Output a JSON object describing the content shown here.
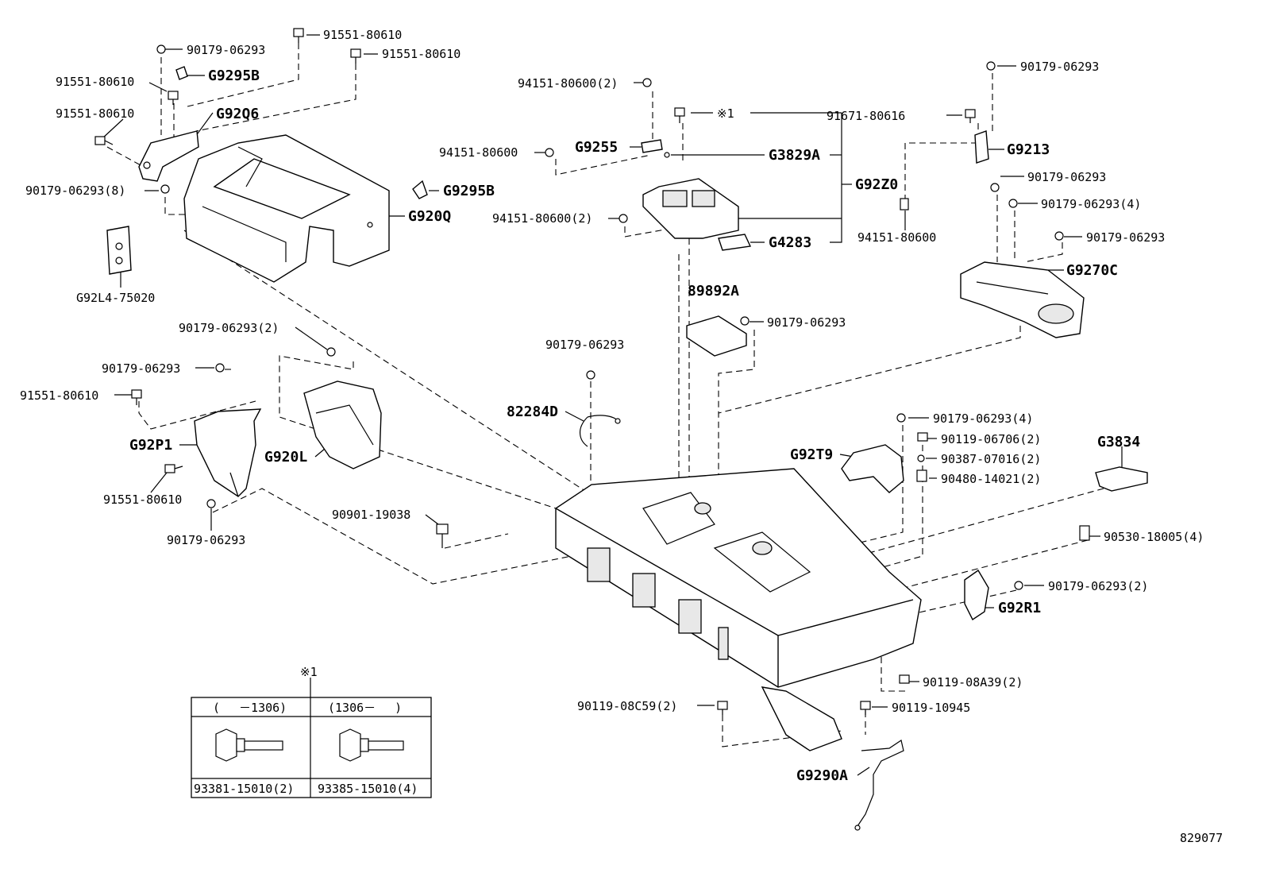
{
  "diagram_id": "829077",
  "note_mark": "※1",
  "labels": {
    "p_90179_06293_a": "90179-06293",
    "p_91551_80610_a": "91551-80610",
    "p_91551_80610_b": "91551-80610",
    "p_91551_80610_c": "91551-80610",
    "p_91551_80610_d": "91551-80610",
    "p_g9295b_a": "G9295B",
    "p_g9206": "G92Q6",
    "p_90179_06293_8": "90179-06293(8)",
    "p_g9295b_b": "G9295B",
    "p_g9200": "G920Q",
    "p_g9214": "G92L4-75020",
    "p_94151_80600_2a": "94151-80600(2)",
    "p_94151_80600_a": "94151-80600",
    "p_g9255": "G9255",
    "p_note1": "※1",
    "p_g3829a": "G3829A",
    "p_g9220": "G92Z0",
    "p_94151_80600_2b": "94151-80600(2)",
    "p_g4283": "G4283",
    "p_90179_06293_b": "90179-06293",
    "p_91671_80616": "91671-80616",
    "p_g9213": "G9213",
    "p_90179_06293_c": "90179-06293",
    "p_94151_80600_b": "94151-80600",
    "p_90179_06293_4a": "90179-06293(4)",
    "p_90179_06293_d": "90179-06293",
    "p_g9270c": "G9270C",
    "p_89892a": "89892A",
    "p_90179_06293_e": "90179-06293",
    "p_90179_06293_2a": "90179-06293(2)",
    "p_90179_06293_f": "90179-06293",
    "p_90179_06293_g": "90179-06293",
    "p_91551_80610_e": "91551-80610",
    "p_82284d": "82284D",
    "p_g92p1": "G92P1",
    "p_g920l": "G920L",
    "p_91551_80610_f": "91551-80610",
    "p_90179_06293_h": "90179-06293",
    "p_90901_19038": "90901-19038",
    "p_90179_06293_4b": "90179-06293(4)",
    "p_90119_06706": "90119-06706(2)",
    "p_90387_07016": "90387-07016(2)",
    "p_90480_14021": "90480-14021(2)",
    "p_g92t9": "G92T9",
    "p_g3834": "G3834",
    "p_90530_18005": "90530-18005(4)",
    "p_90179_06293_2b": "90179-06293(2)",
    "p_g92r1": "G92R1",
    "p_90119_08a39": "90119-08A39(2)",
    "p_90119_08c59": "90119-08C59(2)",
    "p_90119_10945": "90119-10945",
    "p_g9290a": "G9290A"
  },
  "inset_table": {
    "mark": "※1",
    "col1_header": "(　 －1306)",
    "col2_header": "(1306－　 )",
    "col1_part": "93381-15010(2)",
    "col2_part": "93385-15010(4)"
  }
}
